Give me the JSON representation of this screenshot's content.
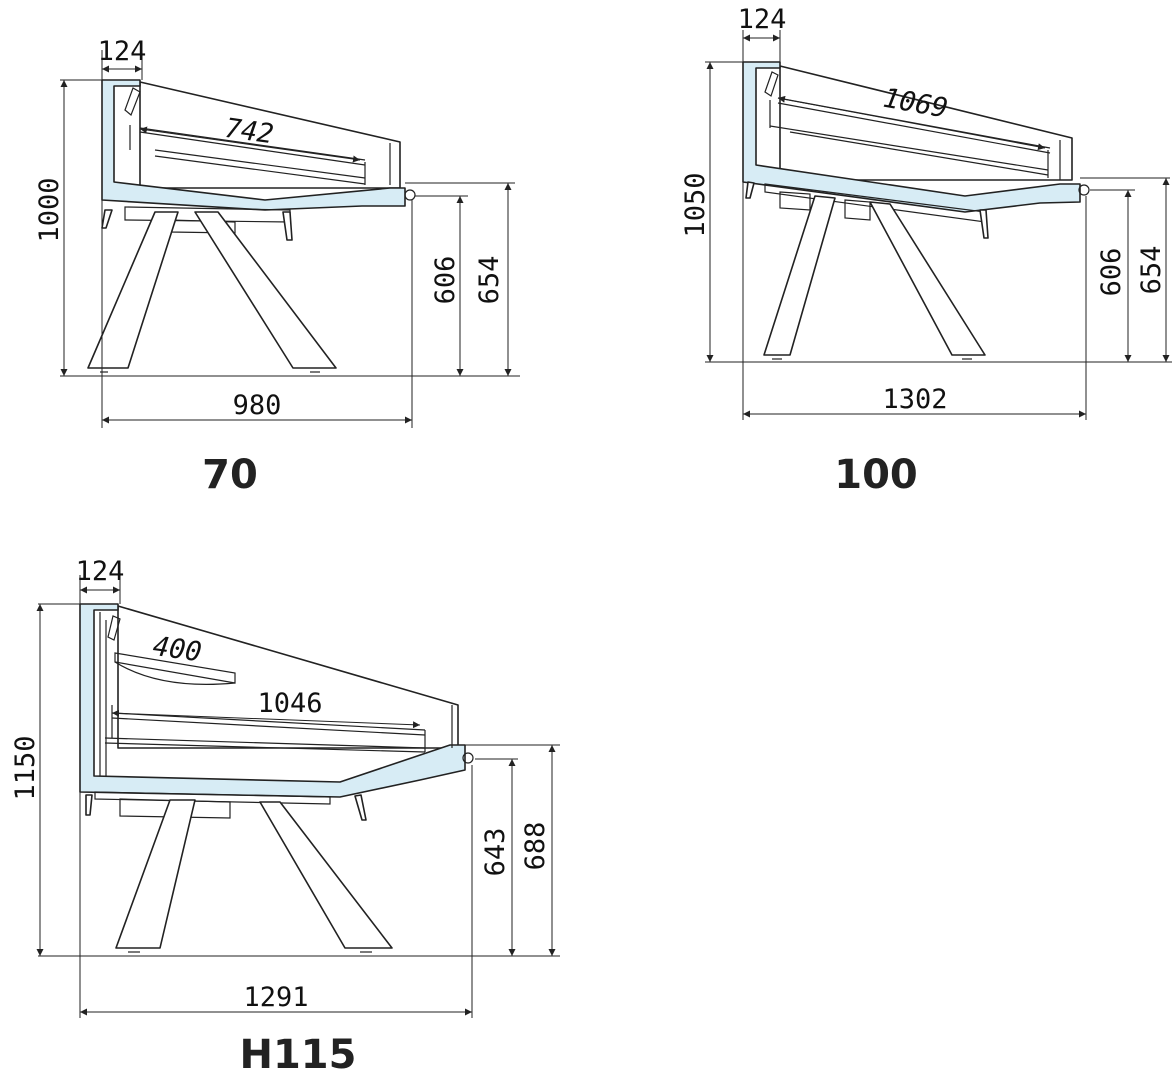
{
  "drawings": [
    {
      "model": "70",
      "dims": {
        "top_width": "124",
        "shelf": "742",
        "height": "1000",
        "counter_inner": "606",
        "counter_outer": "654",
        "depth": "980"
      }
    },
    {
      "model": "100",
      "dims": {
        "top_width": "124",
        "shelf": "1069",
        "height": "1050",
        "counter_inner": "606",
        "counter_outer": "654",
        "depth": "1302"
      }
    },
    {
      "model": "H115",
      "dims": {
        "top_width": "124",
        "upper_shelf": "400",
        "shelf": "1046",
        "height": "1150",
        "counter_inner": "643",
        "counter_outer": "688",
        "depth": "1291"
      }
    }
  ],
  "colors": {
    "panel": "#d7ecf5",
    "line": "#222222"
  }
}
